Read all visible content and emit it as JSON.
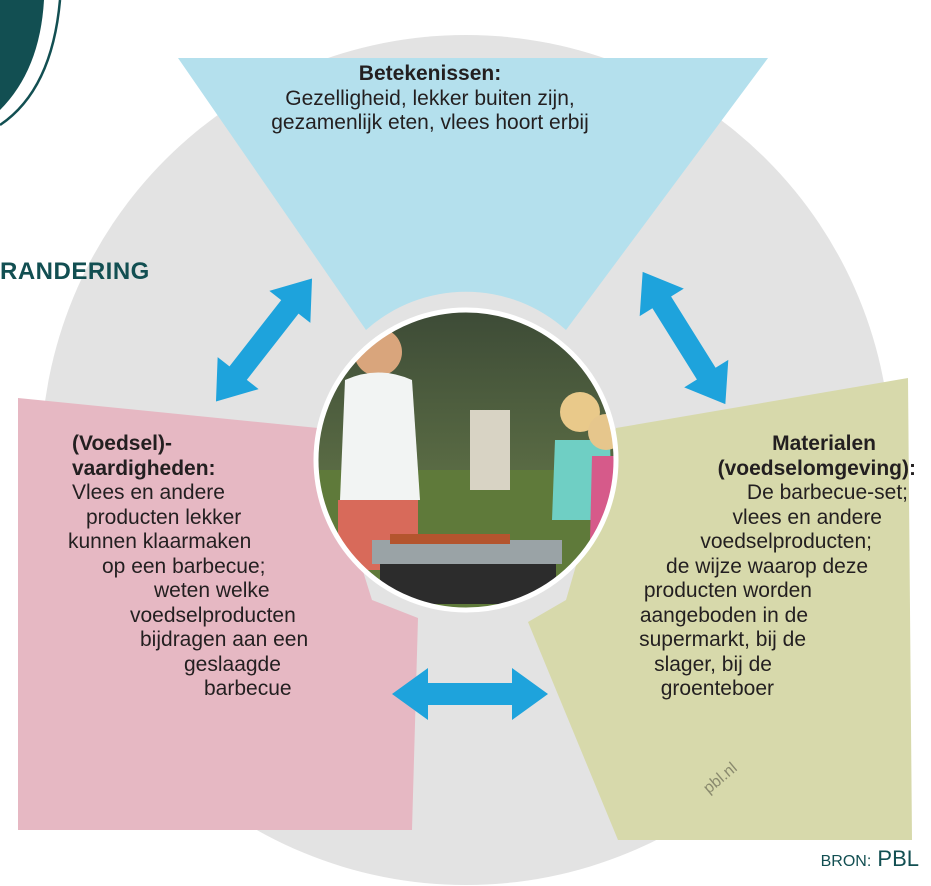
{
  "top_segment": {
    "title": "Betekenissen:",
    "lines": [
      "Gezelligheid, lekker buiten zijn,",
      "gezamenlijk eten, vlees hoort erbij"
    ],
    "color": "#b4e0ed"
  },
  "left_segment": {
    "title_lines": [
      "(Voedsel)-",
      "vaardigheden:"
    ],
    "lines": [
      "Vlees en andere",
      "producten lekker",
      "kunnen klaarmaken",
      "op een barbecue;",
      "weten welke",
      "voedselproducten",
      "bijdragen aan een",
      "geslaagde",
      "barbecue"
    ],
    "color": "#e6b8c3"
  },
  "right_segment": {
    "title_lines": [
      "Materialen",
      "(voedselomgeving):"
    ],
    "lines": [
      "De barbecue-set;",
      "vlees en andere",
      "voedselproducten;",
      "de wijze waarop deze",
      "producten worden",
      "aangeboden in de",
      "supermarkt, bij de",
      "slager, bij de",
      "groenteboer"
    ],
    "color": "#d7d9ab"
  },
  "ring_color": "#e3e3e3",
  "arrow_color": "#1ea3dc",
  "header_fragment": "RANDERING",
  "watermark": "pbl.nl",
  "source": {
    "label": "BRON:",
    "value": "PBL"
  },
  "center_image": {
    "icon": "barbecue-photo"
  }
}
